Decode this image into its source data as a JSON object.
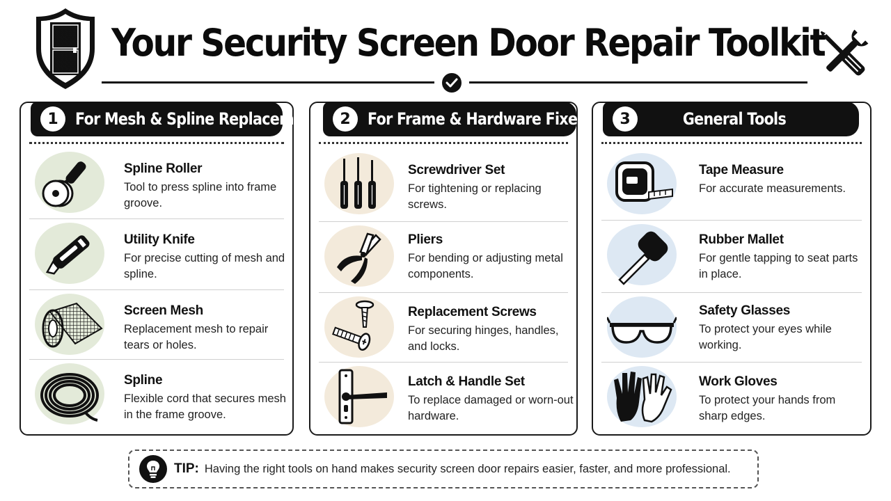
{
  "header": {
    "title": "Your Security Screen Door Repair Toolkit",
    "icons": {
      "left": "shield-door-icon",
      "center": "checkmark-icon",
      "right": "wrench-screwdriver-icon"
    }
  },
  "colors": {
    "ink": "#111111",
    "panel1_icon_bg": "#e3ead9",
    "panel2_icon_bg": "#f3eadb",
    "panel3_icon_bg": "#dde8f3"
  },
  "panels": [
    {
      "number": "1",
      "title": "For Mesh & Spline Replacement",
      "items": [
        {
          "icon": "spline-roller-icon",
          "name": "Spline Roller",
          "desc": "Tool to press spline into frame groove."
        },
        {
          "icon": "utility-knife-icon",
          "name": "Utility Knife",
          "desc": "For precise cutting of mesh and spline."
        },
        {
          "icon": "screen-mesh-icon",
          "name": "Screen Mesh",
          "desc": "Replacement mesh to repair tears or holes."
        },
        {
          "icon": "spline-coil-icon",
          "name": "Spline",
          "desc": "Flexible cord that secures mesh in the frame groove."
        }
      ]
    },
    {
      "number": "2",
      "title": "For Frame & Hardware Fixes",
      "items": [
        {
          "icon": "screwdriver-set-icon",
          "name": "Screwdriver Set",
          "desc": "For tightening or replacing screws."
        },
        {
          "icon": "pliers-icon",
          "name": "Pliers",
          "desc": "For bending or adjusting metal components."
        },
        {
          "icon": "screws-icon",
          "name": "Replacement Screws",
          "desc": "For securing hinges, handles, and locks."
        },
        {
          "icon": "latch-handle-icon",
          "name": "Latch & Handle Set",
          "desc": "To replace damaged or worn-out hardware."
        }
      ]
    },
    {
      "number": "3",
      "title": "General Tools",
      "items": [
        {
          "icon": "tape-measure-icon",
          "name": "Tape Measure",
          "desc": "For accurate measurements."
        },
        {
          "icon": "rubber-mallet-icon",
          "name": "Rubber Mallet",
          "desc": "For gentle tapping to seat parts in place."
        },
        {
          "icon": "safety-glasses-icon",
          "name": "Safety Glasses",
          "desc": "To protect your eyes while working."
        },
        {
          "icon": "work-gloves-icon",
          "name": "Work Gloves",
          "desc": "To protect your hands from sharp edges."
        }
      ]
    }
  ],
  "tip": {
    "icon": "lightbulb-icon",
    "label": "TIP:",
    "text": "Having the right tools on hand makes security screen door repairs easier, faster, and more professional."
  }
}
